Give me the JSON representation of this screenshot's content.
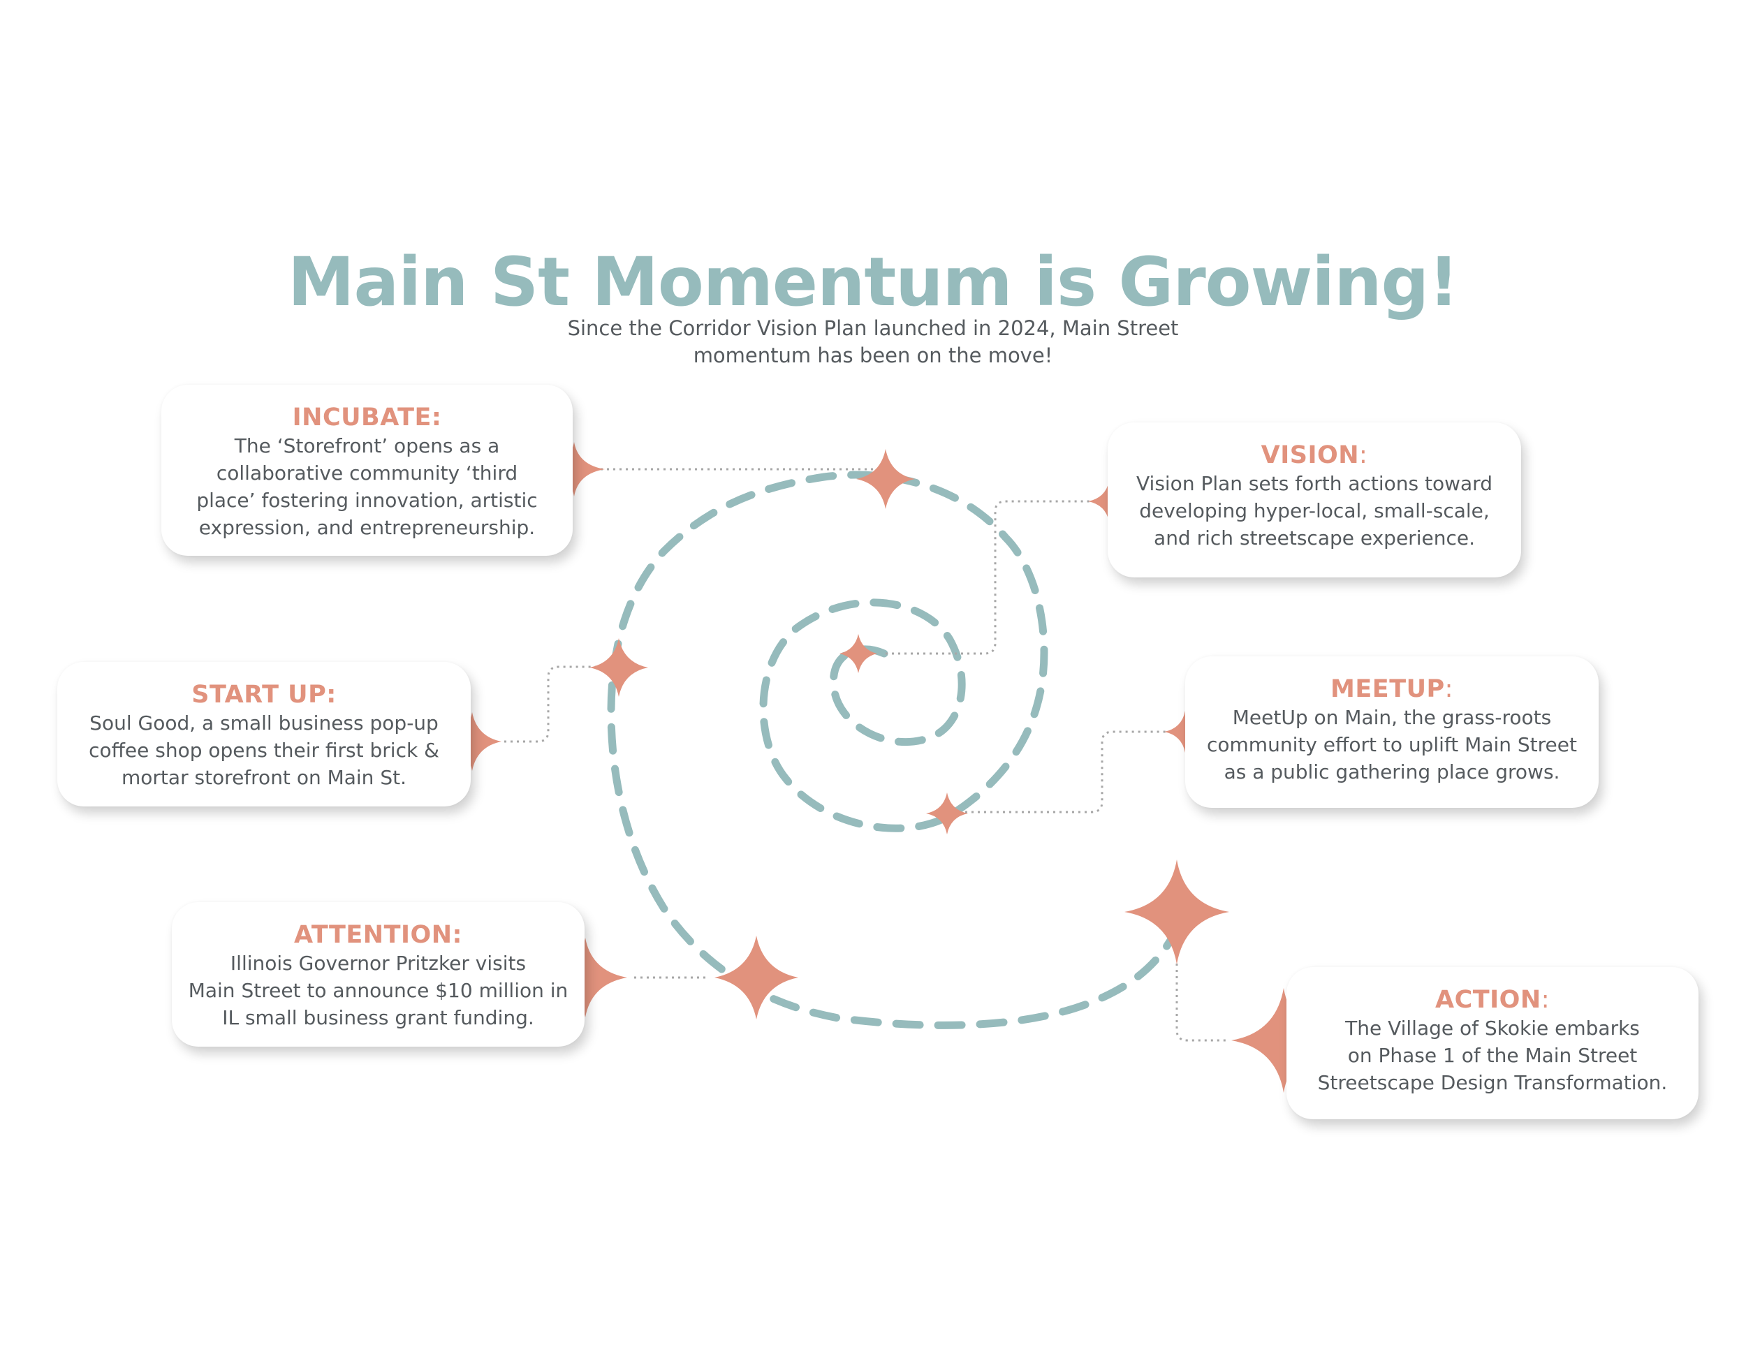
{
  "header": {
    "title": "Main St Momentum is Growing!",
    "subtitle_lines": [
      "Since the Corridor Vision Plan launched in 2024, Main Street",
      "momentum has been on the move!"
    ]
  },
  "colors": {
    "title": "#96bbbc",
    "accent": "#e1927d",
    "text": "#555a5e",
    "spiral": "#96bbbc",
    "connector": "#a7a7a7"
  },
  "milestones": [
    {
      "id": "incubate",
      "heading": "INCUBATE:",
      "lines": [
        "The ‘Storefront’ opens as a",
        "collaborative community ‘third",
        "place’ fostering innovation, artistic",
        "expression, and entrepreneurship."
      ]
    },
    {
      "id": "vision",
      "heading": "VISION",
      "heading_suffix": ":",
      "lines": [
        "Vision Plan sets forth actions toward",
        "developing hyper-local, small-scale,",
        "and rich streetscape experience."
      ]
    },
    {
      "id": "startup",
      "heading": "START UP:",
      "lines": [
        "Soul Good, a small business pop-up",
        "coffee shop opens their first brick &",
        "mortar storefront on Main St."
      ]
    },
    {
      "id": "meetup",
      "heading": "MEETUP",
      "heading_suffix": ":",
      "lines": [
        "MeetUp on Main, the grass-roots",
        "community effort to uplift Main Street",
        "as a public gathering place grows."
      ]
    },
    {
      "id": "attention",
      "heading": "ATTENTION:",
      "lines": [
        "Illinois Governor Pritzker visits",
        "Main Street to announce $10 million in",
        "IL small business grant funding."
      ]
    },
    {
      "id": "action",
      "heading": "ACTION",
      "heading_suffix": ":",
      "lines": [
        "The Village of Skokie embarks",
        "on Phase 1 of the Main Street",
        "Streetscape Design Transformation."
      ]
    }
  ]
}
